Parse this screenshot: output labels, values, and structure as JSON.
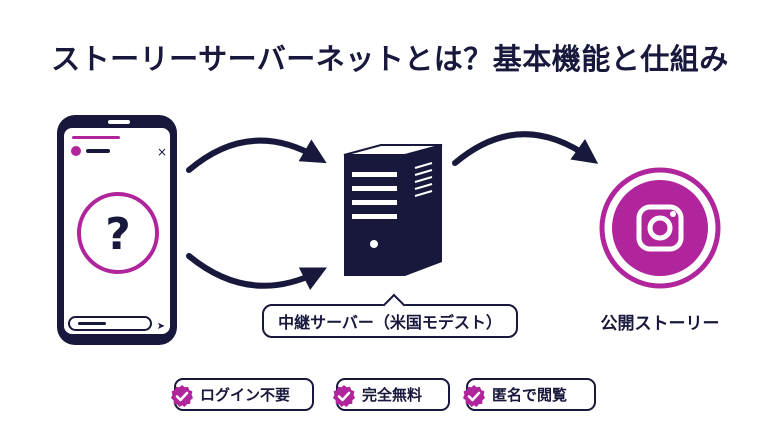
{
  "title": "ストーリーサーバーネットとは？基本機能と仕組み",
  "phone": {
    "question_mark": "?",
    "close_glyph": "×",
    "send_glyph": "➤"
  },
  "server": {
    "label": "中継サーバー（米国モデスト）"
  },
  "instagram": {
    "label": "公開ストーリー"
  },
  "badges": [
    {
      "label": "ログイン不要",
      "icon": "check-badge-icon"
    },
    {
      "label": "完全無料",
      "icon": "check-badge-icon"
    },
    {
      "label": "匿名で閲覧",
      "icon": "check-badge-icon"
    }
  ],
  "colors": {
    "navy": "#17183b",
    "magenta": "#b0259b",
    "white": "#ffffff"
  }
}
